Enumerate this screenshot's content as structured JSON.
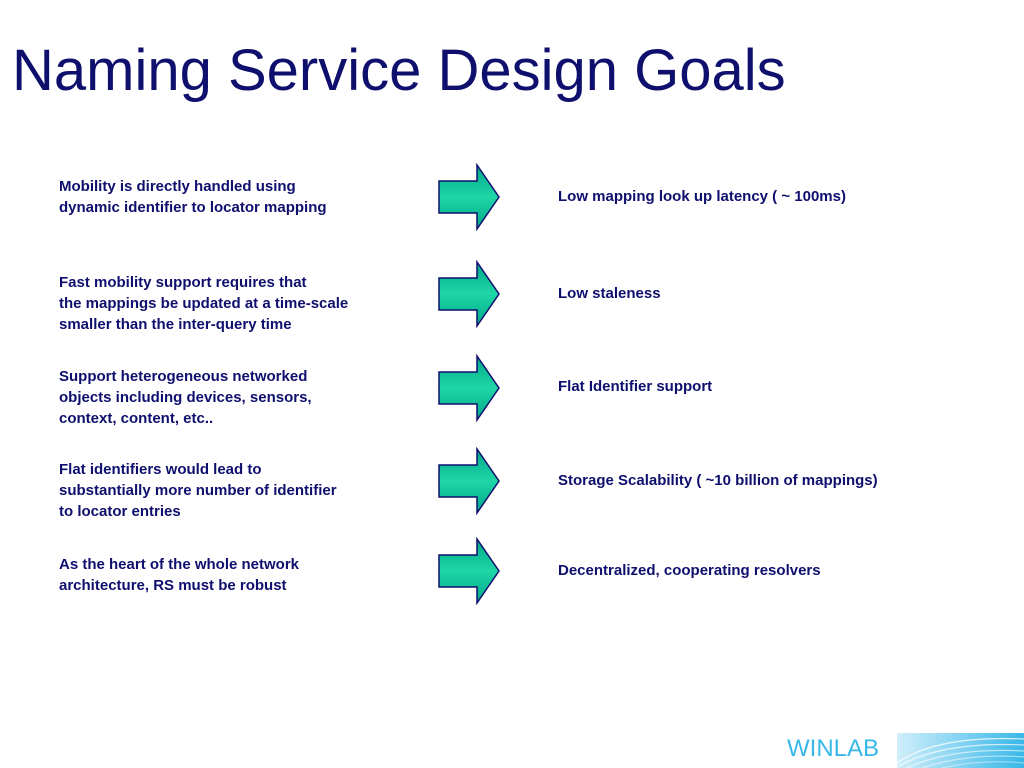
{
  "slide": {
    "title": "Naming Service Design Goals",
    "rows": [
      {
        "requirement": "Mobility is directly handled using\ndynamic identifier to locator mapping",
        "goal": "Low mapping look up latency ( ~ 100ms)"
      },
      {
        "requirement": "Fast mobility support requires that\nthe mappings be updated at a time-scale\nsmaller than the inter-query time",
        "goal": "Low staleness"
      },
      {
        "requirement": "Support heterogeneous networked\nobjects including devices, sensors,\ncontext, content, etc..",
        "goal": "Flat Identifier support"
      },
      {
        "requirement": "Flat identifiers would lead to\nsubstantially more number of identifier\nto locator entries",
        "goal": "Storage Scalability ( ~10 billion of  mappings)"
      },
      {
        "requirement": "As the heart of the whole network\narchitecture, RS must be robust",
        "goal": "Decentralized, cooperating resolvers"
      }
    ],
    "arrow_icon": "right-arrow-icon",
    "colors": {
      "text": "#0f0f6e",
      "arrow_fill_light": "#1fd6a6",
      "arrow_fill_dark": "#008b78",
      "arrow_outline": "#0f0f6e",
      "logo": "#38b8e8"
    }
  },
  "footer": {
    "logo_text": "WINLAB"
  }
}
